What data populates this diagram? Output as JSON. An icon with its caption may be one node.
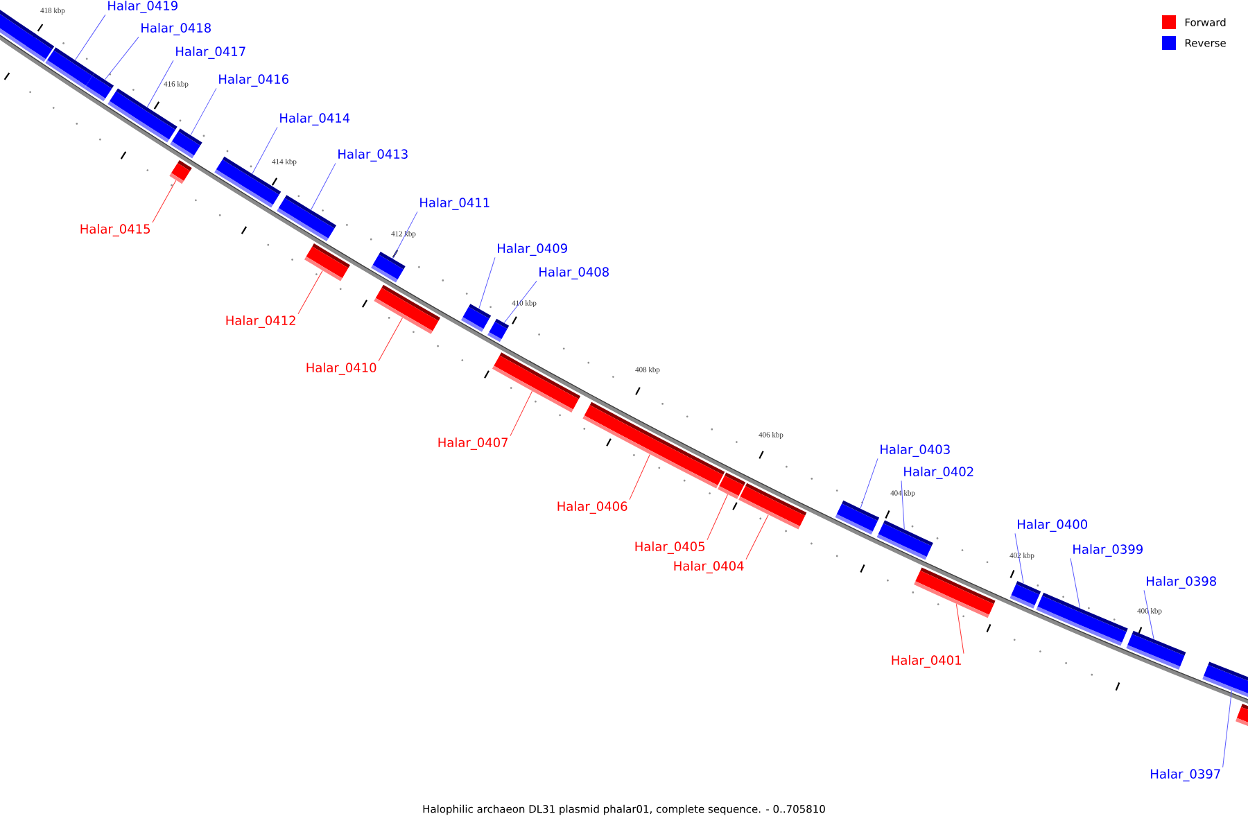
{
  "diagram": {
    "caption": "Halophilic archaeon DL31 plasmid phalar01, complete sequence. - 0..705810",
    "nodes": [
      {
        "text": [
          "Halar_0419"
        ]
      },
      {
        "text": [
          "Halar_0418"
        ]
      },
      {
        "text": [
          "Halar_0417"
        ]
      },
      {
        "text": [
          "Halar_0416"
        ]
      },
      {
        "text": [
          "Halar_0414"
        ]
      },
      {
        "text": [
          "Halar_0413"
        ]
      },
      {
        "text": [
          "Halar_0411"
        ]
      },
      {
        "text": [
          "Halar_0415"
        ]
      },
      {
        "text": [
          "Halar_0409"
        ]
      },
      {
        "text": [
          "Halar_0408"
        ]
      },
      {
        "text": [
          "Halar_0412"
        ]
      },
      {
        "text": [
          "Halar_0410"
        ]
      },
      {
        "text": [
          "Halar_0407"
        ]
      },
      {
        "text": [
          "Halar_0403"
        ]
      },
      {
        "text": [
          "Halar_0402"
        ]
      },
      {
        "text": [
          "Halar_0406"
        ]
      },
      {
        "text": [
          "Halar_0400"
        ]
      },
      {
        "text": [
          "Halar_0405"
        ]
      },
      {
        "text": [
          "Halar_0399"
        ]
      },
      {
        "text": [
          "Halar_0404"
        ]
      },
      {
        "text": [
          "Halar_0398"
        ]
      },
      {
        "text": [
          "Halar_0401"
        ]
      },
      {
        "text": [
          "Halar_0397"
        ]
      },
      {
        "text": [],
        "shape": "bar"
      },
      {
        "text": [],
        "shape": "bar"
      },
      {
        "text": [],
        "shape": "bar"
      },
      {
        "text": [],
        "shape": "bar"
      },
      {
        "text": [],
        "shape": "bar"
      },
      {
        "text": [],
        "shape": "bar"
      },
      {
        "text": [],
        "shape": "bar"
      },
      {
        "text": [],
        "shape": "bar"
      },
      {
        "text": [],
        "shape": "bar"
      },
      {
        "text": [],
        "shape": "bar"
      },
      {
        "text": [],
        "shape": "bar"
      },
      {
        "text": [],
        "shape": "bar"
      },
      {
        "text": [],
        "shape": "bar"
      },
      {
        "text": [],
        "shape": "bar"
      },
      {
        "text": [],
        "shape": "bar"
      },
      {
        "text": [],
        "shape": "bar"
      },
      {
        "text": [],
        "shape": "bar"
      },
      {
        "text": [],
        "shape": "bar"
      },
      {
        "text": [],
        "shape": "bar"
      },
      {
        "text": [],
        "shape": "bar"
      },
      {
        "text": [],
        "shape": "bar"
      },
      {
        "text": [],
        "shape": "bar"
      },
      {
        "text": [],
        "shape": "bar"
      },
      {
        "text": [],
        "shape": "bar"
      },
      {
        "text": [],
        "shape": "bar"
      },
      {
        "text": [],
        "shape": "bar"
      }
    ],
    "edges": [
      {
        "from": 0,
        "to": 25,
        "arrow": "none"
      },
      {
        "from": 1,
        "to": 26,
        "arrow": "none"
      },
      {
        "from": 2,
        "to": 27,
        "arrow": "none"
      },
      {
        "from": 3,
        "to": 28,
        "arrow": "none"
      },
      {
        "from": 4,
        "to": 30,
        "arrow": "none"
      },
      {
        "from": 5,
        "to": 31,
        "arrow": "none"
      },
      {
        "from": 6,
        "to": 33,
        "arrow": "none"
      },
      {
        "from": 7,
        "to": 29,
        "arrow": "none",
        "color": "#ff3333"
      },
      {
        "from": 8,
        "to": 35,
        "arrow": "none"
      },
      {
        "from": 9,
        "to": 36,
        "arrow": "none"
      },
      {
        "from": 10,
        "to": 32,
        "arrow": "none",
        "color": "#ff3333"
      },
      {
        "from": 11,
        "to": 34,
        "arrow": "none",
        "color": "#ff3333"
      },
      {
        "from": 12,
        "to": 37,
        "arrow": "none",
        "color": "#ff3333"
      },
      {
        "from": 13,
        "to": 41,
        "arrow": "none"
      },
      {
        "from": 14,
        "to": 42,
        "arrow": "none"
      },
      {
        "from": 15,
        "to": 38,
        "arrow": "none",
        "color": "#ff3333"
      },
      {
        "from": 16,
        "to": 44,
        "arrow": "none"
      },
      {
        "from": 17,
        "to": 39,
        "arrow": "none",
        "color": "#ff3333"
      },
      {
        "from": 18,
        "to": 45,
        "arrow": "none"
      },
      {
        "from": 19,
        "to": 40,
        "arrow": "none",
        "color": "#ff3333"
      },
      {
        "from": 20,
        "to": 46,
        "arrow": "none"
      },
      {
        "from": 21,
        "to": 43,
        "arrow": "none",
        "color": "#ff3333"
      },
      {
        "from": 22,
        "to": 47,
        "arrow": "none"
      }
    ],
    "labels": [
      "418 kbp",
      "416 kbp",
      "414 kbp",
      "412 kbp",
      "410 kbp",
      "408 kbp",
      "406 kbp",
      "404 kbp",
      "402 kbp",
      "400 kbp"
    ],
    "legend": [
      {
        "text": "Forward",
        "color": "#ff0000"
      },
      {
        "text": "Reverse",
        "color": "#0000ff"
      }
    ]
  }
}
